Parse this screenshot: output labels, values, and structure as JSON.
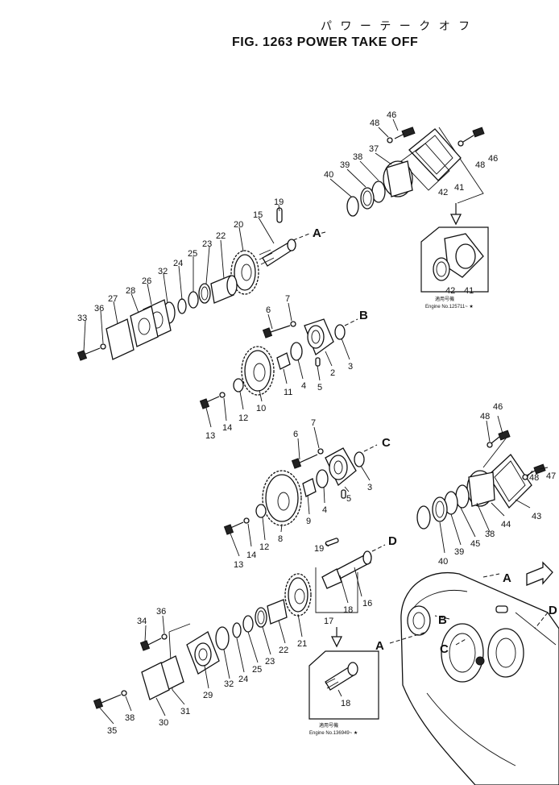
{
  "title_jp": "パ ワ ー  テ ー ク オ フ",
  "title_en": "FIG. 1263  POWER TAKE OFF",
  "callouts": [
    {
      "id": "n46a",
      "text": "46"
    },
    {
      "id": "n48a",
      "text": "48"
    },
    {
      "id": "n37",
      "text": "37"
    },
    {
      "id": "n38a",
      "text": "38"
    },
    {
      "id": "n39a",
      "text": "39"
    },
    {
      "id": "n40a",
      "text": "40"
    },
    {
      "id": "n42a",
      "text": "42"
    },
    {
      "id": "n41a",
      "text": "41"
    },
    {
      "id": "n48b",
      "text": "48"
    },
    {
      "id": "n46b",
      "text": "46"
    },
    {
      "id": "n19a",
      "text": "19"
    },
    {
      "id": "n15",
      "text": "15"
    },
    {
      "id": "n20a",
      "text": "20"
    },
    {
      "id": "n22a",
      "text": "22"
    },
    {
      "id": "n23a",
      "text": "23"
    },
    {
      "id": "n25a",
      "text": "25"
    },
    {
      "id": "n24a",
      "text": "24"
    },
    {
      "id": "n32a",
      "text": "32"
    },
    {
      "id": "n26",
      "text": "26"
    },
    {
      "id": "n28",
      "text": "28"
    },
    {
      "id": "n27",
      "text": "27"
    },
    {
      "id": "n36a",
      "text": "36"
    },
    {
      "id": "n33",
      "text": "33"
    },
    {
      "id": "n42b",
      "text": "42"
    },
    {
      "id": "n41b",
      "text": "41"
    },
    {
      "id": "n6a",
      "text": "6"
    },
    {
      "id": "n7a",
      "text": "7"
    },
    {
      "id": "n3a",
      "text": "3"
    },
    {
      "id": "n2",
      "text": "2"
    },
    {
      "id": "n5a",
      "text": "5"
    },
    {
      "id": "n4a",
      "text": "4"
    },
    {
      "id": "n11",
      "text": "11"
    },
    {
      "id": "n10",
      "text": "10"
    },
    {
      "id": "n12a",
      "text": "12"
    },
    {
      "id": "n14a",
      "text": "14"
    },
    {
      "id": "n13a",
      "text": "13"
    },
    {
      "id": "n6b",
      "text": "6"
    },
    {
      "id": "n7b",
      "text": "7"
    },
    {
      "id": "n3b",
      "text": "3"
    },
    {
      "id": "n5b",
      "text": "5"
    },
    {
      "id": "n4b",
      "text": "4"
    },
    {
      "id": "n9",
      "text": "9"
    },
    {
      "id": "n8",
      "text": "8"
    },
    {
      "id": "n12b",
      "text": "12"
    },
    {
      "id": "n14b",
      "text": "14"
    },
    {
      "id": "n13b",
      "text": "13"
    },
    {
      "id": "n48c",
      "text": "48"
    },
    {
      "id": "n46c",
      "text": "46"
    },
    {
      "id": "n48d",
      "text": "48"
    },
    {
      "id": "n47",
      "text": "47"
    },
    {
      "id": "n43",
      "text": "43"
    },
    {
      "id": "n44",
      "text": "44"
    },
    {
      "id": "n38b",
      "text": "38"
    },
    {
      "id": "n45",
      "text": "45"
    },
    {
      "id": "n39b",
      "text": "39"
    },
    {
      "id": "n40b",
      "text": "40"
    },
    {
      "id": "n19b",
      "text": "19"
    },
    {
      "id": "n16",
      "text": "16"
    },
    {
      "id": "n18a",
      "text": "18"
    },
    {
      "id": "n17",
      "text": "17"
    },
    {
      "id": "n34",
      "text": "34"
    },
    {
      "id": "n36b",
      "text": "36"
    },
    {
      "id": "n21",
      "text": "21"
    },
    {
      "id": "n22b",
      "text": "22"
    },
    {
      "id": "n23b",
      "text": "23"
    },
    {
      "id": "n25b",
      "text": "25"
    },
    {
      "id": "n24b",
      "text": "24"
    },
    {
      "id": "n32b",
      "text": "32"
    },
    {
      "id": "n29",
      "text": "29"
    },
    {
      "id": "n31",
      "text": "31"
    },
    {
      "id": "n30",
      "text": "30"
    },
    {
      "id": "n38c",
      "text": "38"
    },
    {
      "id": "n35",
      "text": "35"
    },
    {
      "id": "n18b",
      "text": "18"
    }
  ],
  "letters": [
    {
      "id": "A1",
      "text": "A"
    },
    {
      "id": "B1",
      "text": "B"
    },
    {
      "id": "C1",
      "text": "C"
    },
    {
      "id": "D1",
      "text": "D"
    },
    {
      "id": "A2",
      "text": "A"
    },
    {
      "id": "A3",
      "text": "A"
    },
    {
      "id": "B2",
      "text": "B"
    },
    {
      "id": "C2",
      "text": "C"
    },
    {
      "id": "D2",
      "text": "D"
    }
  ],
  "notes": {
    "note1_jp": "適用号機",
    "note1_en": "Engine No.125711~ ★",
    "note2_jp": "適用号機",
    "note2_en": "Engine No.136949~ ★"
  }
}
